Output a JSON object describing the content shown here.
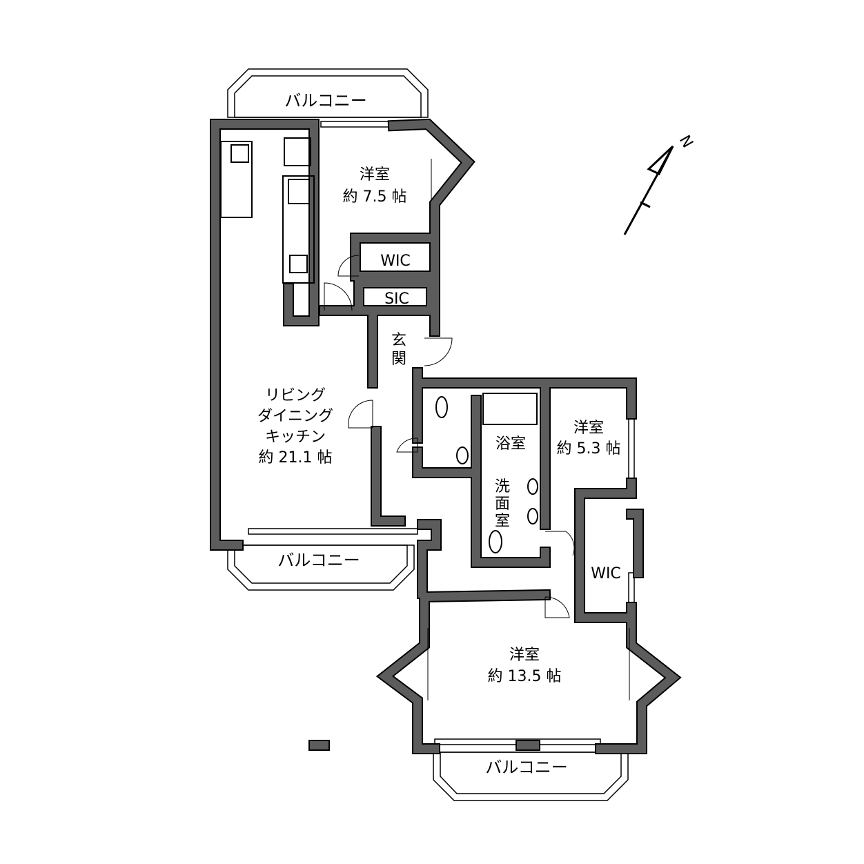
{
  "plan": {
    "balconies": {
      "top": "バルコニー",
      "ldk": "バルコニー",
      "bottom": "バルコニー"
    },
    "rooms": {
      "bedroom1": {
        "name": "洋室",
        "size": "約 7.5 帖"
      },
      "wic1": "WIC",
      "sic": "SIC",
      "entrance": [
        "玄",
        "関"
      ],
      "ldk": [
        "リビング",
        "ダイニング",
        "キッチン",
        "約 21.1 帖"
      ],
      "bath": "浴室",
      "washroom": [
        "洗",
        "面",
        "室"
      ],
      "bedroom2": {
        "name": "洋室",
        "size": "約 5.3 帖"
      },
      "wic2": "WIC",
      "bedroom3": {
        "name": "洋室",
        "size": "約 13.5 帖"
      }
    },
    "north_label": "N",
    "colors": {
      "wall": "#5c5c5c",
      "line": "#000000"
    }
  }
}
